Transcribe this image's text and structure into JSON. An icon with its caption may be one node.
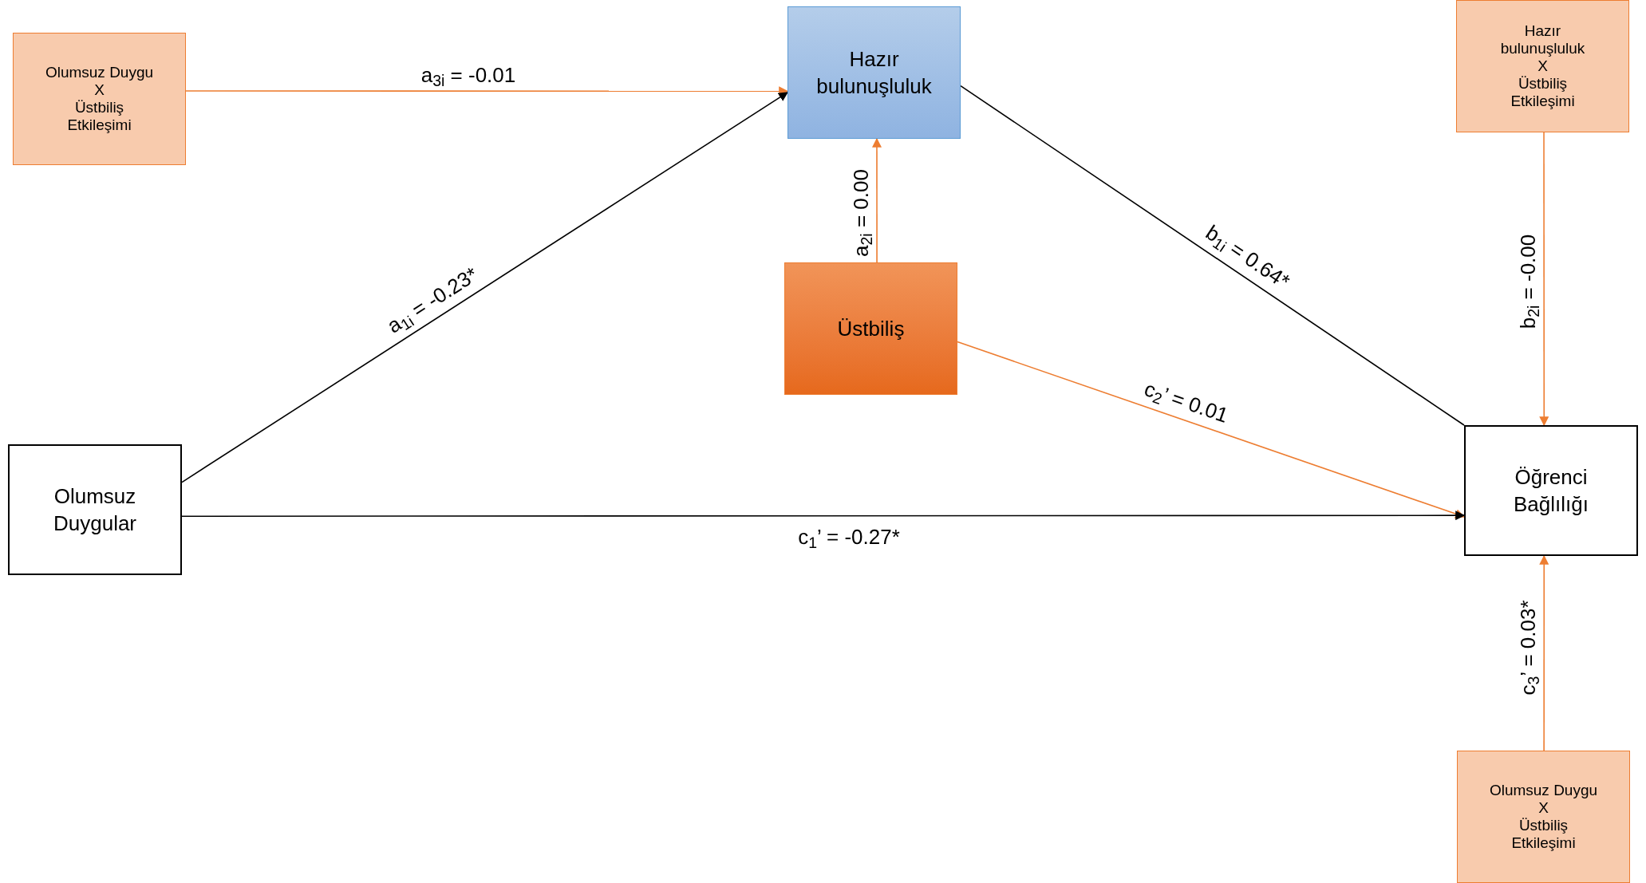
{
  "diagram": {
    "nodes": [
      {
        "text": [
          "Olumsuz Duygu",
          "X",
          "Üstbiliş",
          "Etkileşimi"
        ]
      },
      {
        "text": [
          "Hazır bulunuşluluk"
        ]
      },
      {
        "text": [
          "Hazır bulunuşluluk",
          "X",
          "Üstbiliş",
          "Etkileşimi"
        ]
      },
      {
        "text": [
          "Üstbiliş"
        ]
      },
      {
        "text": [
          "Olumsuz Duygular"
        ]
      },
      {
        "text": [
          "Öğrenci Bağlılığı"
        ]
      },
      {
        "text": [
          "Olumsuz Duygu",
          "X",
          "Üstbiliş",
          "Etkileşimi"
        ]
      }
    ],
    "edges": [
      {
        "from": 0,
        "to": 1,
        "arrow": "to",
        "label": "a$_{3i}$ = -0.01"
      },
      {
        "from": 4,
        "to": 1,
        "arrow": "to",
        "label": "a$_{1i}$ = -0.23*",
        "color": "#000000"
      },
      {
        "from": 3,
        "to": 1,
        "arrow": "to",
        "label": "a$_{2i}$ = 0.00"
      },
      {
        "from": 1,
        "to": 5,
        "arrow": "none",
        "label": "b$_{1i}$ = 0.64*",
        "color": "#000000"
      },
      {
        "from": 2,
        "to": 5,
        "arrow": "to",
        "label": "b$_{2i}$ = -0.00"
      },
      {
        "from": 3,
        "to": 5,
        "arrow": "to",
        "label": "c$_{2}$’ = 0.01"
      },
      {
        "from": 4,
        "to": 5,
        "arrow": "to",
        "label": "c$_{1}$’ = -0.27*",
        "color": "#000000"
      },
      {
        "from": 6,
        "to": 5,
        "arrow": "to",
        "label": "c$_{3}$’ = 0.03*"
      }
    ]
  }
}
